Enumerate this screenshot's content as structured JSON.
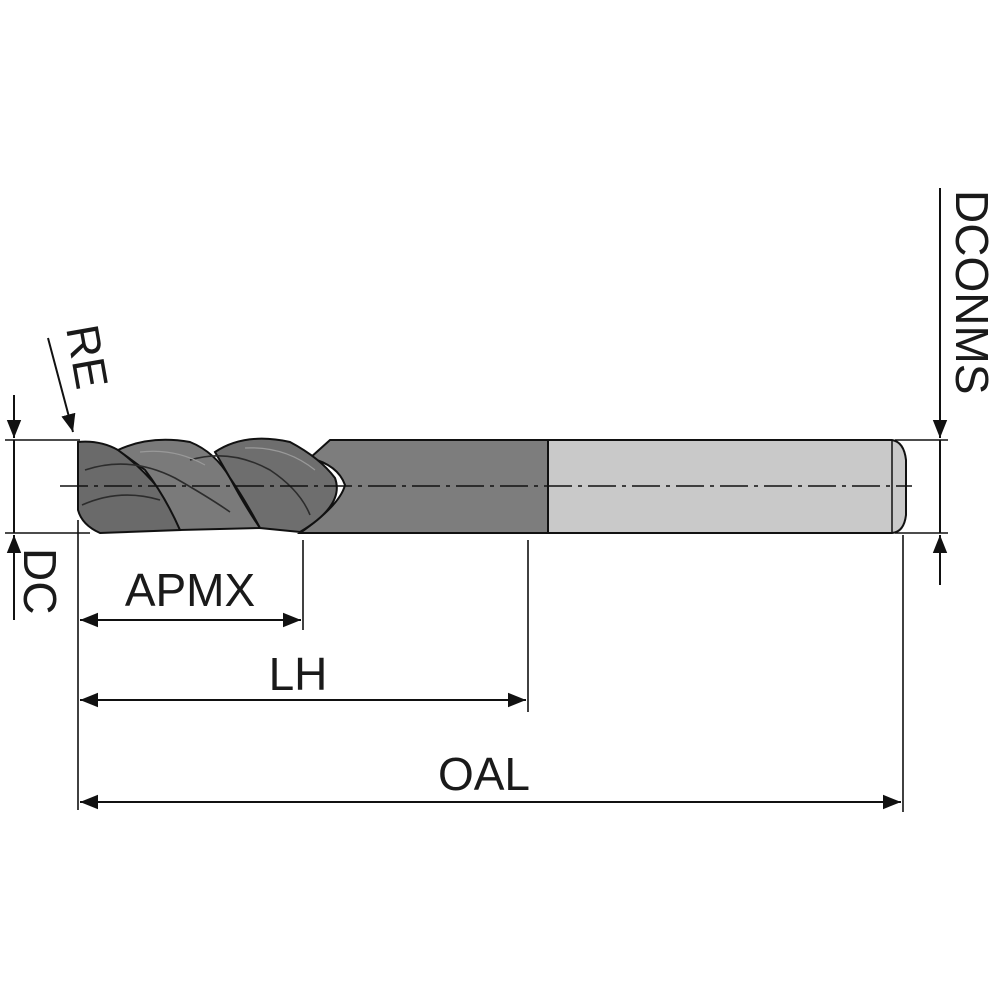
{
  "labels": {
    "re": "RE",
    "dc": "DC",
    "apmx": "APMX",
    "lh": "LH",
    "oal": "OAL",
    "dconms": "DCONMS"
  },
  "colors": {
    "line": "#111111",
    "shank": "#c9c9c9",
    "body": "#7d7d7d",
    "flute": "#6a6a6a",
    "flute_edge": "#3a3a3a"
  }
}
